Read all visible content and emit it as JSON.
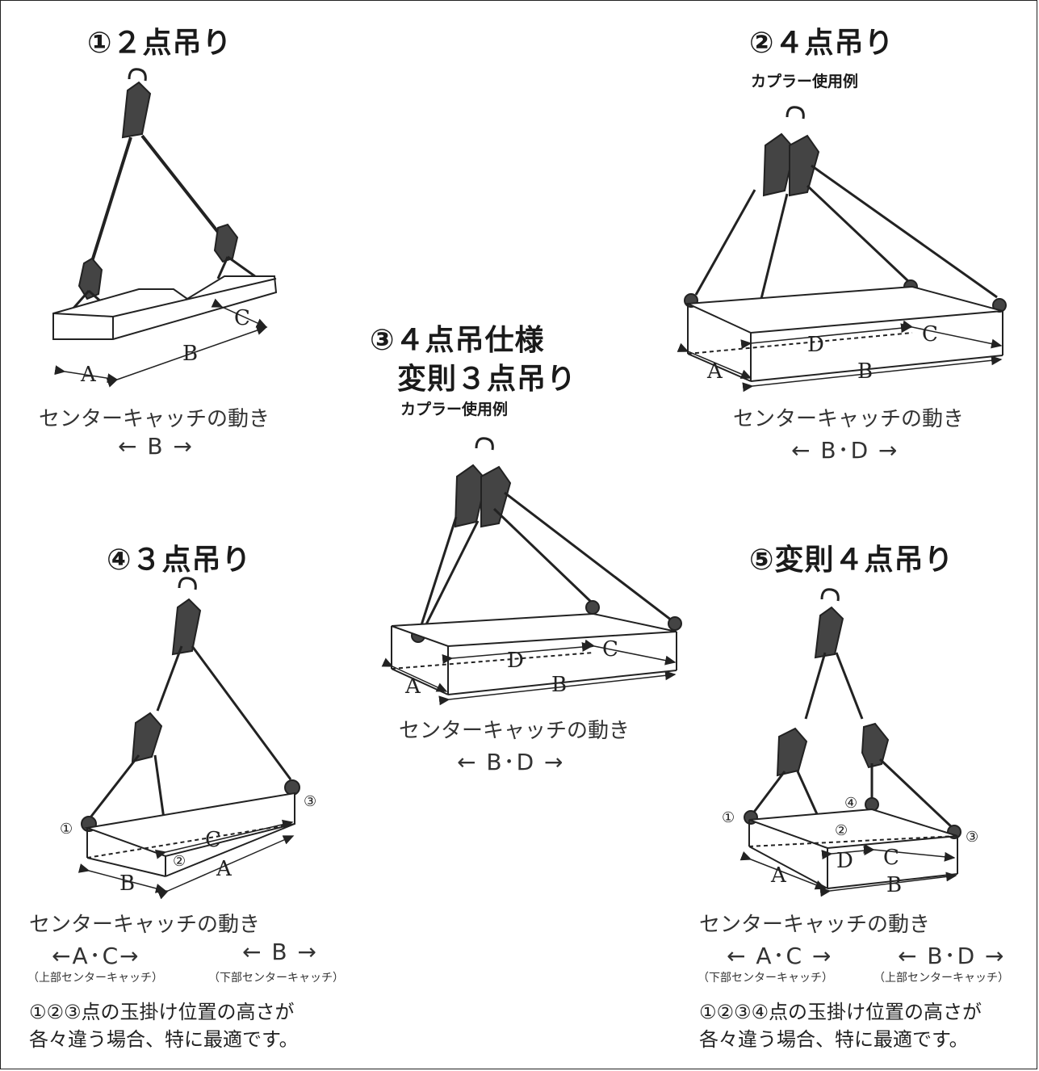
{
  "sections": {
    "s1": {
      "title": "①２点吊り",
      "caption": "センターキャッチの動き",
      "movement": "← B →"
    },
    "s2": {
      "title": "②４点吊り",
      "subtitle": "カプラー使用例",
      "caption": "センターキャッチの動き",
      "movement": "← B･D →"
    },
    "s3": {
      "title_line1": "③４点吊仕様",
      "title_line2": "変則３点吊り",
      "subtitle": "カプラー使用例",
      "caption": "センターキャッチの動き",
      "movement": "← B･D →"
    },
    "s4": {
      "title": "④３点吊り",
      "caption": "センターキャッチの動き",
      "movement_a": "←A･C→",
      "note_a": "（上部センターキャッチ）",
      "movement_b": "← B →",
      "note_b": "（下部センターキャッチ）",
      "body_line1": "①②③点の玉掛け位置の高さが",
      "body_line2": "各々違う場合、特に最適です。"
    },
    "s5": {
      "title": "⑤変則４点吊り",
      "caption": "センターキャッチの動き",
      "movement_a": "← A･C →",
      "note_a": "（下部センターキャッチ）",
      "movement_b": "← B･D →",
      "note_b": "（上部センターキャッチ）",
      "body_line1": "①②③④点の玉掛け位置の高さが",
      "body_line2": "各々違う場合、特に最適です。"
    }
  },
  "diagram_labels": {
    "A": "A",
    "B": "B",
    "C": "C",
    "D": "D",
    "p1": "①",
    "p2": "②",
    "p3": "③",
    "p4": "④"
  }
}
